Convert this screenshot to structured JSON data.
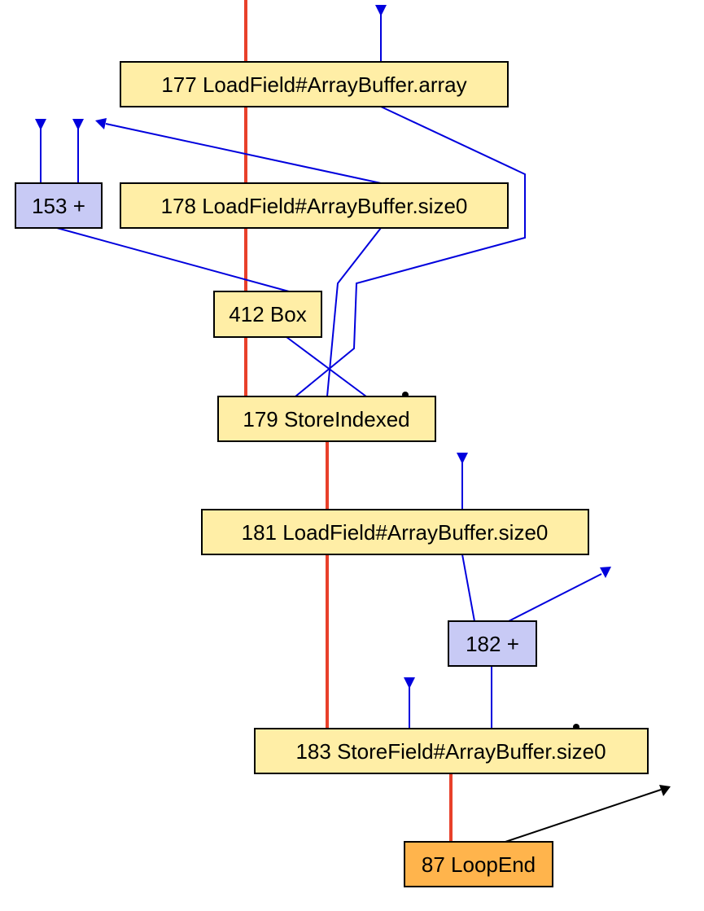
{
  "colors": {
    "node_default": "#ffeea6",
    "node_arith": "#c8caf5",
    "node_loopend": "#ffb44c",
    "control_edge": "#e8402a",
    "data_edge": "#0000dd",
    "loop_edge": "#000000"
  },
  "nodes": [
    {
      "id": "n177",
      "label": "177 LoadField#ArrayBuffer.array",
      "kind": "node_default"
    },
    {
      "id": "n153",
      "label": "153 +",
      "kind": "node_arith"
    },
    {
      "id": "n178",
      "label": "178 LoadField#ArrayBuffer.size0",
      "kind": "node_default"
    },
    {
      "id": "n412",
      "label": "412 Box",
      "kind": "node_default"
    },
    {
      "id": "n179",
      "label": "179 StoreIndexed",
      "kind": "node_default"
    },
    {
      "id": "n181",
      "label": "181 LoadField#ArrayBuffer.size0",
      "kind": "node_default"
    },
    {
      "id": "n182",
      "label": "182 +",
      "kind": "node_arith"
    },
    {
      "id": "n183",
      "label": "183 StoreField#ArrayBuffer.size0",
      "kind": "node_default"
    },
    {
      "id": "n87",
      "label": "87 LoopEnd",
      "kind": "node_loopend"
    }
  ]
}
